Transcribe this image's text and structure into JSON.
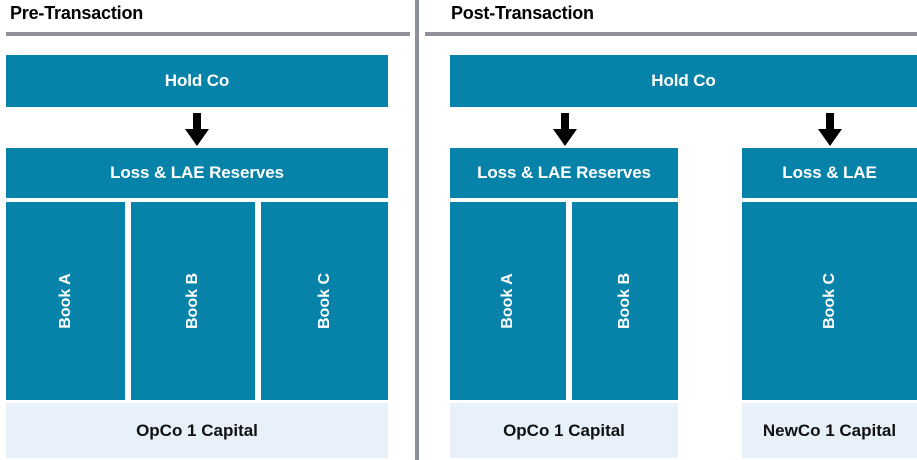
{
  "diagram": {
    "title_icon": "org-chart-diagram",
    "accent_color": "#0782a8",
    "capital_color": "#e8f0f9",
    "rule_color": "#8d9096",
    "arrow_color": "#000000"
  },
  "panels": [
    {
      "id": "pre",
      "title": "Pre-Transaction",
      "parent": {
        "label": "Hold Co"
      },
      "arrows": [
        {
          "name": "arrow-holdco-to-opco1"
        }
      ],
      "entities": [
        {
          "id": "opco1",
          "header": "Loss & LAE Reserves",
          "books": [
            {
              "label": "Book A"
            },
            {
              "label": "Book B"
            },
            {
              "label": "Book C"
            }
          ],
          "capital": "OpCo 1 Capital"
        }
      ]
    },
    {
      "id": "post",
      "title": "Post-Transaction",
      "parent": {
        "label": "Hold Co"
      },
      "arrows": [
        {
          "name": "arrow-holdco-to-opco1"
        },
        {
          "name": "arrow-holdco-to-newco1"
        }
      ],
      "entities": [
        {
          "id": "opco1",
          "header": "Loss & LAE Reserves",
          "books": [
            {
              "label": "Book A"
            },
            {
              "label": "Book B"
            }
          ],
          "capital": "OpCo 1 Capital"
        },
        {
          "id": "newco1",
          "header": "Loss & LAE",
          "books": [
            {
              "label": "Book C"
            }
          ],
          "capital": "NewCo 1 Capital"
        }
      ]
    }
  ]
}
